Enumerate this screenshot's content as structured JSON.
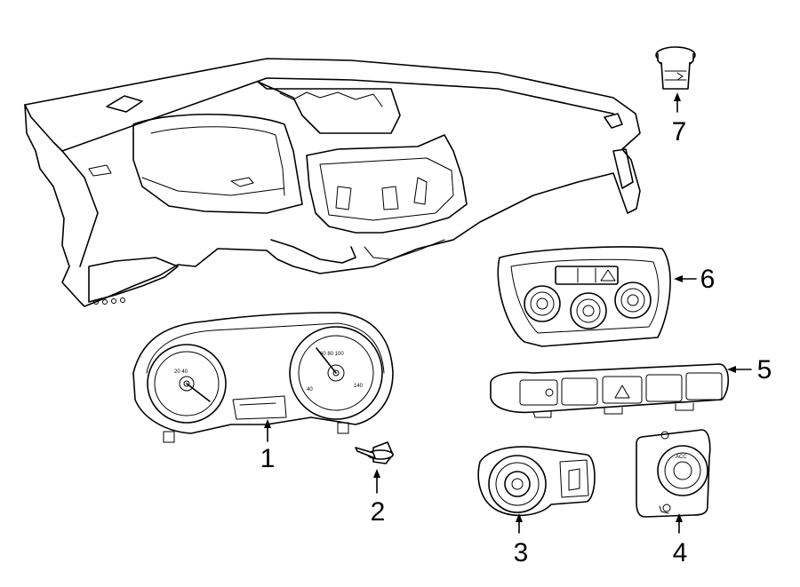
{
  "callouts": [
    {
      "id": "1",
      "label": "1"
    },
    {
      "id": "2",
      "label": "2"
    },
    {
      "id": "3",
      "label": "3"
    },
    {
      "id": "4",
      "label": "4"
    },
    {
      "id": "5",
      "label": "5"
    },
    {
      "id": "6",
      "label": "6"
    },
    {
      "id": "7",
      "label": "7"
    }
  ],
  "icons": {
    "cluster": "instrument-cluster-icon",
    "bolt": "screw-icon",
    "headlamp": "headlamp-switch-icon",
    "ignition": "ignition-switch-icon",
    "switch_bank": "switch-bank-icon",
    "climate": "climate-control-icon",
    "button": "push-button-switch-icon",
    "dash": "instrument-panel-icon"
  }
}
